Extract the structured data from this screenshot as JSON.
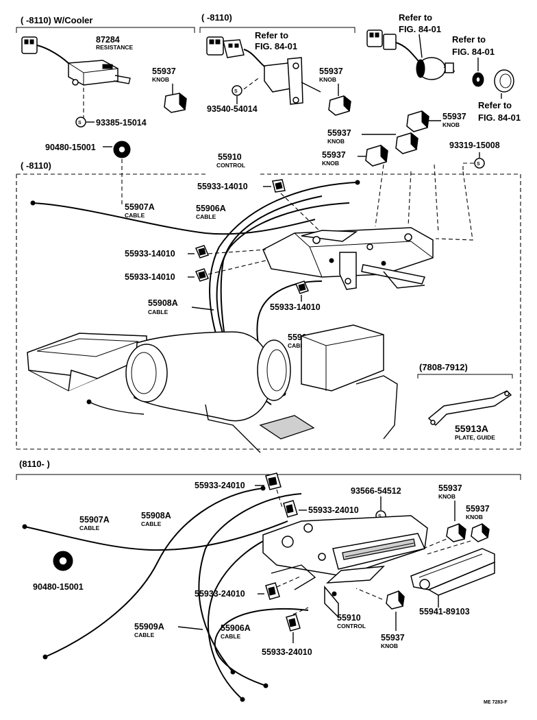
{
  "sections": {
    "s1_header": "( -8110) W/Cooler",
    "s2_header": "( -8110)",
    "main_header": "( -8110)",
    "lower_header": "(8110- )",
    "guide_header": "(7808-7912)"
  },
  "refs": {
    "r1": "Refer to",
    "r1b": "FIG. 84-01",
    "r2": "Refer to",
    "r2b": "FIG. 84-01",
    "r3": "Refer to",
    "r3b": "FIG. 84-01",
    "r4": "Refer to",
    "r4b": "FIG. 84-01"
  },
  "labels": {
    "p87284": "87284",
    "p87284_name": "RESISTANCE",
    "p93385": "93385-15014",
    "k1": "55937",
    "k1_name": "KNOB",
    "p93540": "93540-54014",
    "k2": "55937",
    "k2_name": "KNOB",
    "k3": "55937",
    "k3_name": "KNOB",
    "k4": "55937",
    "k4_name": "KNOB",
    "k5": "55937",
    "k5_name": "KNOB",
    "p93319": "93319-15008",
    "p90480a": "90480-15001",
    "p55910a": "55910",
    "p55910a_name": "CONTROL",
    "c1": "55933-14010",
    "p55907a": "55907A",
    "p55907a_name": "CABLE",
    "p55906a": "55906A",
    "p55906a_name": "CABLE",
    "c2": "55933-14010",
    "c3": "55933-14010",
    "p55908a": "55908A",
    "p55908a_name": "CABLE",
    "c4": "55933-14010",
    "p55909a": "55909A",
    "p55909a_name": "CABLE",
    "p55913a": "55913A",
    "p55913a_name": "PLATE, GUIDE",
    "l_c1": "55933-24010",
    "l_c2": "55933-24010",
    "l_p93566": "93566-54512",
    "l_k1": "55937",
    "l_k1_name": "KNOB",
    "l_k2": "55937",
    "l_k2_name": "KNOB",
    "l_p55907a": "55907A",
    "l_p55907a_name": "CABLE",
    "l_p55908a": "55908A",
    "l_p55908a_name": "CABLE",
    "l_p90480": "90480-15001",
    "l_c3": "55933-24010",
    "l_p55910": "55910",
    "l_p55910_name": "CONTROL",
    "l_p55941": "55941-89103",
    "l_p55909a": "55909A",
    "l_p55909a_name": "CABLE",
    "l_p55906a": "55906A",
    "l_p55906a_name": "CABLE",
    "l_c4": "55933-24010",
    "l_k3": "55937",
    "l_k3_name": "KNOB",
    "footer_code": "ME 7283-F"
  }
}
